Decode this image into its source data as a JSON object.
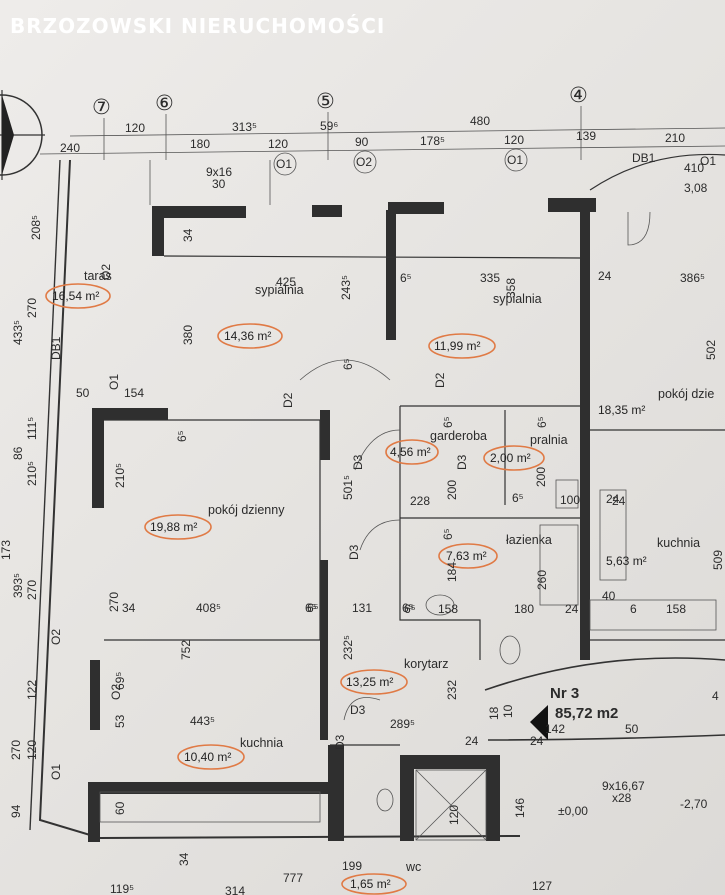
{
  "brand": "BRZOZOWSKI NIERUCHOMOŚCI",
  "grid_labels": [
    "⑦",
    "⑥",
    "⑤",
    "④"
  ],
  "apartment": {
    "number": "Nr 3",
    "area": "85,72 m2"
  },
  "rooms": [
    {
      "name": "taras",
      "area": "16,54 m²"
    },
    {
      "name": "sypialnia",
      "area": "14,36 m²"
    },
    {
      "name": "sypialnia",
      "area": "11,99 m²"
    },
    {
      "name": "pokój dzie",
      "area": "18,35 m²"
    },
    {
      "name": "garderoba",
      "area": "4,56 m²"
    },
    {
      "name": "pralnia",
      "area": "2,00 m²"
    },
    {
      "name": "pokój dzienny",
      "area": "19,88 m²"
    },
    {
      "name": "łazienka",
      "area": "7,63 m²"
    },
    {
      "name": "kuchnia",
      "area": "5,63 m²"
    },
    {
      "name": "korytarz",
      "area": "13,25 m²"
    },
    {
      "name": "kuchnia",
      "area": "10,40 m²"
    },
    {
      "name": "wc",
      "area": "1,65 m²"
    }
  ],
  "dimensions": {
    "top_row1": [
      "120",
      "313⁵",
      "59⁶",
      "480",
      "139"
    ],
    "top_row2": [
      "240",
      "180",
      "120",
      "90",
      "178⁵",
      "120",
      "210"
    ],
    "openings": [
      "O1",
      "O2",
      "O1",
      "O2",
      "O1",
      "O2",
      "O1",
      "O2",
      "O1"
    ],
    "interior": [
      "425",
      "243⁵",
      "6⁵",
      "335",
      "358",
      "24",
      "386⁵",
      "502",
      "34",
      "380",
      "154",
      "50",
      "6⁵",
      "6⁵",
      "6⁵",
      "6⁵",
      "6⁵",
      "6⁵",
      "6⁵",
      "6⁵",
      "210⁵",
      "501⁵",
      "228",
      "200",
      "200",
      "100",
      "24",
      "408⁵",
      "6⁵",
      "131",
      "6⁵",
      "158",
      "180",
      "24",
      "6",
      "158",
      "752",
      "184",
      "260",
      "40",
      "232⁵",
      "232",
      "443⁵",
      "53",
      "69⁵",
      "289⁵",
      "18",
      "10",
      "142",
      "50",
      "24",
      "24",
      "146",
      "120",
      "60",
      "34",
      "777",
      "127",
      "119⁵",
      "314",
      "270",
      "34",
      "DB1",
      "D2",
      "D2",
      "D3",
      "D3",
      "D3",
      "D3",
      "D3",
      "24",
      "509",
      "410",
      "3,08",
      "DB1",
      "9x16",
      "30",
      "9x16,67",
      "x28",
      "±0,00",
      "-2,70",
      "4",
      "199"
    ],
    "left": [
      "208⁵",
      "433⁵",
      "270",
      "111⁵",
      "210⁵",
      "86",
      "393⁵",
      "270",
      "122",
      "270",
      "120",
      "94",
      "173"
    ]
  }
}
